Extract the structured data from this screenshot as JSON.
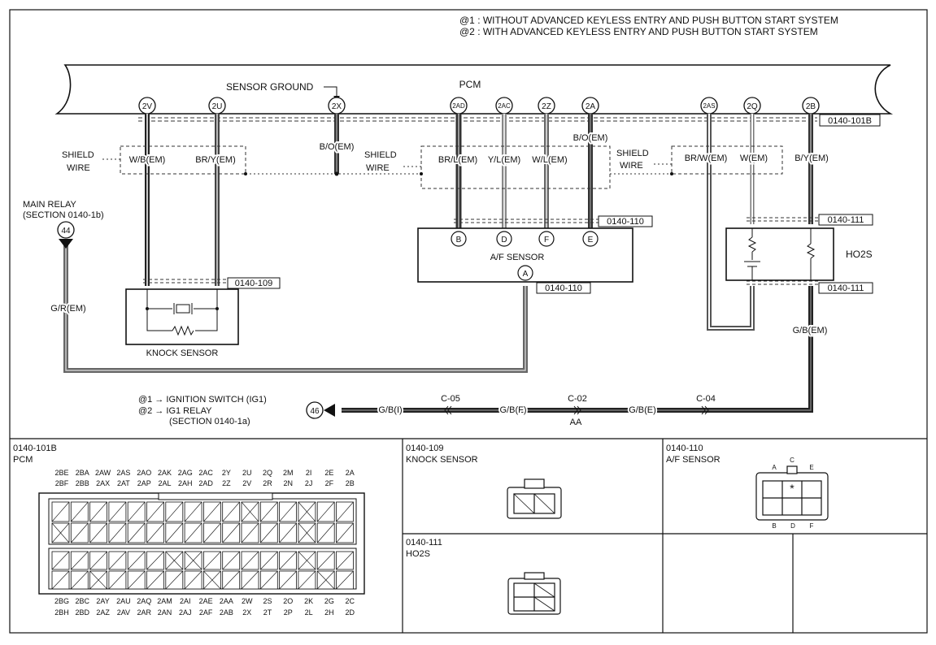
{
  "notes": [
    "@1 : WITHOUT ADVANCED KEYLESS ENTRY AND PUSH BUTTON START SYSTEM",
    "@2 : WITH ADVANCED KEYLESS ENTRY AND PUSH BUTTON START SYSTEM"
  ],
  "pcm": {
    "label": "PCM",
    "sensor_ground": "SENSOR GROUND",
    "connector": "0140-101B"
  },
  "terminals": [
    "2V",
    "2U",
    "2X",
    "2AD",
    "2AC",
    "2Z",
    "2A",
    "2AS",
    "2Q",
    "2B"
  ],
  "wires": {
    "knock_1": "W/B(EM)",
    "knock_2": "BR/Y(EM)",
    "ground": "B/O(EM)",
    "af_b": "BR/L(EM)",
    "af_d": "Y/L(EM)",
    "af_f": "W/L(EM)",
    "af_e": "B/O(EM)",
    "ho2s_1": "BR/W(EM)",
    "ho2s_2": "W(EM)",
    "ho2s_3": "B/Y(EM)",
    "main_relay": "G/R(EM)",
    "ho2s_feed": "G/B(EM)"
  },
  "shield_wire": [
    "SHIELD",
    "WIRE"
  ],
  "main_relay": {
    "label_1": "MAIN RELAY",
    "label_2": "(SECTION 0140-1b)",
    "node": "44"
  },
  "knock_sensor": {
    "label": "KNOCK SENSOR",
    "connector": "0140-109"
  },
  "af_sensor": {
    "label": "A/F SENSOR",
    "connector": "0140-110",
    "pins": [
      "B",
      "D",
      "F",
      "E"
    ],
    "supply_pin": "A"
  },
  "ho2s": {
    "label": "HO2S",
    "connector": "0140-111"
  },
  "bottom_line": {
    "node": "46",
    "switch_1": "@1 → IGNITION SWITCH (IG1)",
    "switch_2": "@2 → IG1 RELAY",
    "switch_3": "(SECTION 0140-1a)",
    "seg1": "G/B(I)",
    "c1": "C-05",
    "seg2": "G/B(F)",
    "c2": "C-02",
    "aa": "AA",
    "seg3": "G/B(E)",
    "c3": "C-04"
  },
  "panels": {
    "pcm": {
      "code": "0140-101B",
      "name": "PCM",
      "top_row_1": [
        "2BE",
        "2BA",
        "2AW",
        "2AS",
        "2AO",
        "2AK",
        "2AG",
        "2AC",
        "2Y",
        "2U",
        "2Q",
        "2M",
        "2I",
        "2E",
        "2A"
      ],
      "top_row_2": [
        "2BF",
        "2BB",
        "2AX",
        "2AT",
        "2AP",
        "2AL",
        "2AH",
        "2AD",
        "2Z",
        "2V",
        "2R",
        "2N",
        "2J",
        "2F",
        "2B"
      ],
      "bottom_row_1": [
        "2BG",
        "2BC",
        "2AY",
        "2AU",
        "2AQ",
        "2AM",
        "2AI",
        "2AE",
        "2AA",
        "2W",
        "2S",
        "2O",
        "2K",
        "2G",
        "2C"
      ],
      "bottom_row_2": [
        "2BH",
        "2BD",
        "2AZ",
        "2AV",
        "2AR",
        "2AN",
        "2AJ",
        "2AF",
        "2AB",
        "2X",
        "2T",
        "2P",
        "2L",
        "2H",
        "2D"
      ]
    },
    "knock": {
      "code": "0140-109",
      "name": "KNOCK SENSOR"
    },
    "af": {
      "code": "0140-110",
      "name": "A/F SENSOR",
      "pins": [
        "A",
        "C",
        "E",
        "B",
        "D",
        "F"
      ]
    },
    "ho2s": {
      "code": "0140-111",
      "name": "HO2S"
    }
  }
}
